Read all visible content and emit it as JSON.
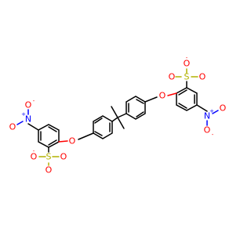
{
  "molecule": {
    "colors": {
      "carbon": "#000000",
      "oxygen": "#ff0000",
      "nitrogen": "#0000ff",
      "sulfur": "#b2b200"
    },
    "atoms": {
      "o_ether_left": "O",
      "o_ether_right": "O",
      "s_left": "S",
      "s_right": "S",
      "o_s_left_minus": "O",
      "o_s_left_a": "O",
      "o_s_left_b": "O",
      "o_s_right_minus": "O",
      "o_s_right_a": "O",
      "o_s_right_b": "O",
      "n_left": "N",
      "n_right": "N",
      "o_n_left_minus": "O",
      "o_n_left_dbl": "O",
      "o_n_right_minus": "O",
      "o_n_right_dbl": "O"
    },
    "charges": {
      "minus": "-",
      "plus": "+"
    }
  }
}
